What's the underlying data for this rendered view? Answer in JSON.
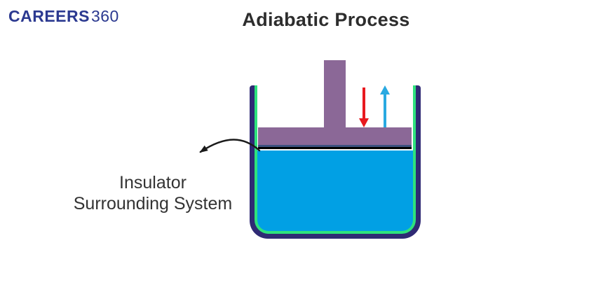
{
  "brand": {
    "name": "CAREERS",
    "suffix": "360",
    "color": "#2b3990"
  },
  "page": {
    "title": "Adiabatic Process"
  },
  "annotation": {
    "line1": "Insulator",
    "line2": "Surrounding System"
  },
  "diagram": {
    "description": "Insulated vessel containing liquid with a movable piston; red arrow shows downward push, blue arrow shows upward push, curved arrow points from vessel wall to the insulator label",
    "colors": {
      "vessel_wall": "#2f2a74",
      "insulator_lining": "#2ee27d",
      "liquid": "#01a0e4",
      "piston": "#8b6897",
      "piston_bottom_edge": "#3d517e",
      "down_arrow": "#e8191f",
      "up_arrow": "#29a9e1",
      "pointer_arrow": "#1a1a1a"
    }
  }
}
